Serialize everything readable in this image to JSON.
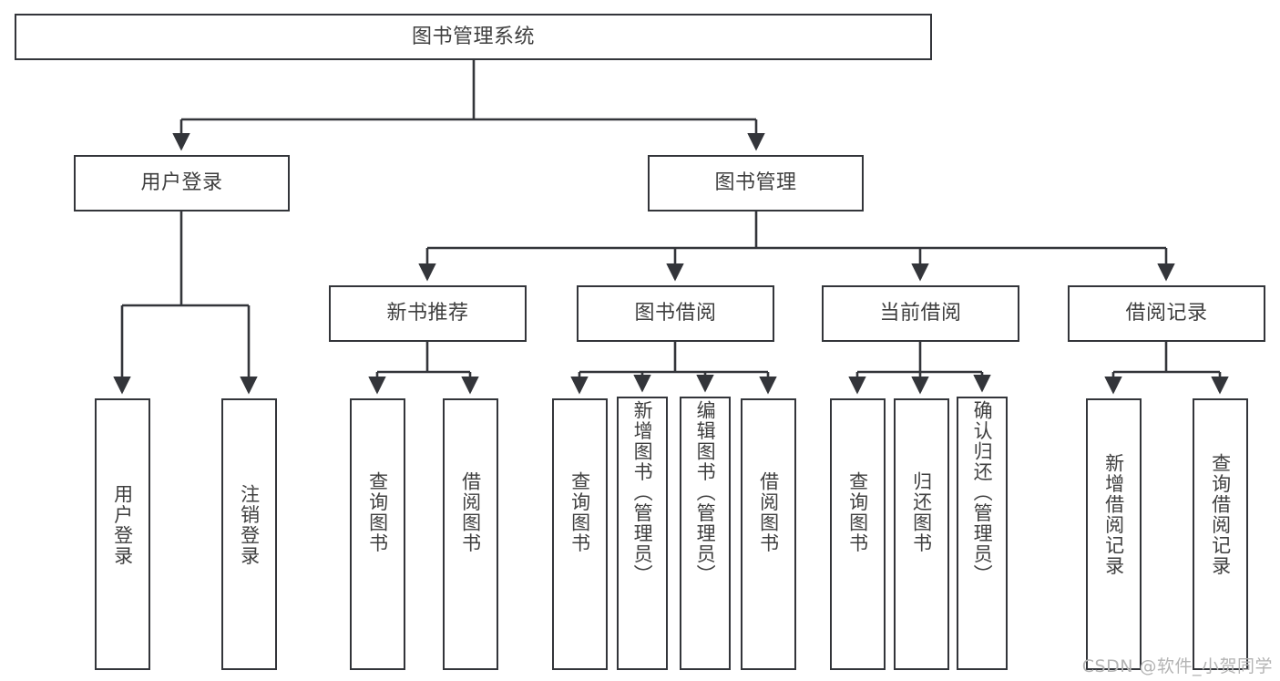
{
  "diagram": {
    "title": "图书管理系统",
    "watermark": "CSDN @软件_小贺同学",
    "line_color": "#33353a",
    "box_fill": "#ffffff",
    "text_color": "#3f3f3f",
    "background": "#ffffff",
    "levels": {
      "root": "图书管理系统",
      "level2": [
        "用户登录",
        "图书管理"
      ],
      "level3": [
        "新书推荐",
        "图书借阅",
        "当前借阅",
        "借阅记录"
      ]
    },
    "nodes": {
      "root": {
        "label": "图书管理系统"
      },
      "user_login": {
        "label": "用户登录"
      },
      "book_manage": {
        "label": "图书管理"
      },
      "new_book_rec": {
        "label": "新书推荐"
      },
      "book_borrow": {
        "label": "图书借阅"
      },
      "current_borrow": {
        "label": "当前借阅"
      },
      "borrow_record": {
        "label": "借阅记录"
      },
      "leaf_user_login": {
        "label": "用户登录"
      },
      "leaf_logout_login": {
        "label": "注销登录"
      },
      "leaf_query_book_a": {
        "label": "查询图书"
      },
      "leaf_borrow_book_a": {
        "label": "借阅图书"
      },
      "leaf_query_book_b": {
        "label": "查询图书"
      },
      "leaf_add_book": {
        "label": "新增图书（管理员）"
      },
      "leaf_edit_book": {
        "label": "编辑图书（管理员）"
      },
      "leaf_borrow_book_b": {
        "label": "借阅图书"
      },
      "leaf_query_book_c": {
        "label": "查询图书"
      },
      "leaf_return_book": {
        "label": "归还图书"
      },
      "leaf_confirm_return": {
        "label": "确认归还（管理员）"
      },
      "leaf_add_record": {
        "label": "新增借阅记录"
      },
      "leaf_query_record": {
        "label": "查询借阅记录"
      }
    },
    "tree": {
      "图书管理系统": {
        "用户登录": [
          "用户登录",
          "注销登录"
        ],
        "图书管理": {
          "新书推荐": [
            "查询图书",
            "借阅图书"
          ],
          "图书借阅": [
            "查询图书",
            "新增图书（管理员）",
            "编辑图书（管理员）",
            "借阅图书"
          ],
          "当前借阅": [
            "查询图书",
            "归还图书",
            "确认归还（管理员）"
          ],
          "借阅记录": [
            "新增借阅记录",
            "查询借阅记录"
          ]
        }
      }
    }
  }
}
